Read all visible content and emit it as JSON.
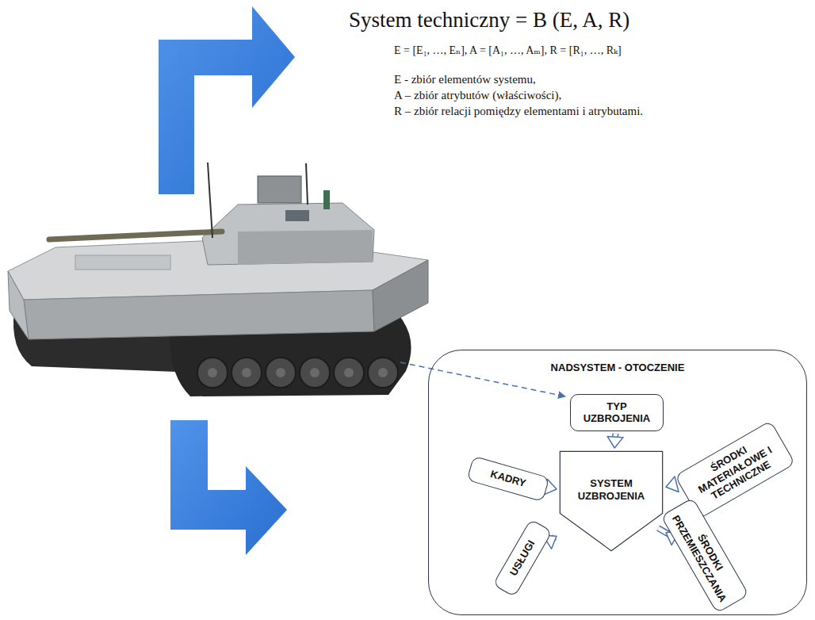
{
  "diagram": {
    "title": "System techniczny = B (E, A, R)",
    "nodes": [
      {
        "text": [
          "NADSYSTEM - OTOCZENIE"
        ]
      },
      {
        "text": [
          "TYP UZBROJENIA"
        ],
        "in": 0
      },
      {
        "text": [
          "KADRY"
        ],
        "in": 0
      },
      {
        "text": [
          "SYSTEM UZBROJENIA"
        ],
        "in": 0
      },
      {
        "text": [
          "ŚRODKI MATERIAŁOWE I TECHNICZNE"
        ],
        "in": 0
      },
      {
        "text": [
          "USŁUGI"
        ],
        "in": 0
      },
      {
        "text": [
          "ŚRODKI PRZEMIESZCZANIA"
        ],
        "in": 0
      }
    ],
    "edges": [
      {
        "from": 1,
        "to": 3,
        "arrow": "to"
      },
      {
        "from": 2,
        "to": 3,
        "arrow": "to"
      },
      {
        "from": 4,
        "to": 3,
        "arrow": "to"
      },
      {
        "from": 5,
        "to": 3,
        "arrow": "to"
      },
      {
        "from": 6,
        "to": 3,
        "arrow": "to"
      }
    ],
    "labels": [
      "E = [E₁, …, Eₙ], A = [A₁, …, Aₘ], R = [R₁, …, Rₖ]",
      "E -  zbiór elementów systemu,",
      "A – zbiór atrybutów (właściwości),",
      "R – zbiór relacji pomiędzy elementami i atrybutami."
    ]
  }
}
